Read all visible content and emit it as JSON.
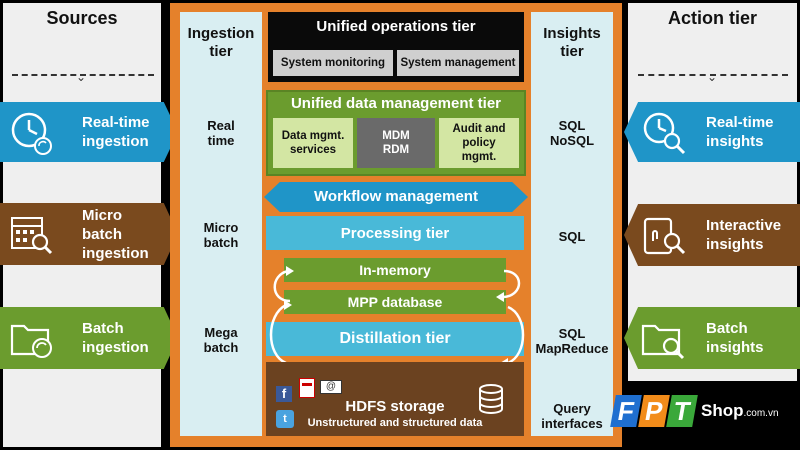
{
  "sources": {
    "title": "Sources",
    "items": [
      {
        "label_line1": "Real-time",
        "label_line2": "ingestion",
        "label_line3": "",
        "color": "#1f95c8",
        "icon": "clock-recycle-icon"
      },
      {
        "label_line1": "Micro",
        "label_line2": "batch",
        "label_line3": "ingestion",
        "color": "#7a4a1e",
        "icon": "calendar-search-icon"
      },
      {
        "label_line1": "Batch",
        "label_line2": "ingestion",
        "label_line3": "",
        "color": "#6b9c2e",
        "icon": "folder-recycle-icon"
      }
    ]
  },
  "actions": {
    "title": "Action tier",
    "items": [
      {
        "label_line1": "Real-time",
        "label_line2": "insights",
        "color": "#1f95c8",
        "icon": "clock-search-icon"
      },
      {
        "label_line1": "Interactive",
        "label_line2": "insights",
        "color": "#7a4a1e",
        "icon": "tablet-search-icon"
      },
      {
        "label_line1": "Batch",
        "label_line2": "insights",
        "color": "#6b9c2e",
        "icon": "folder-search-icon"
      }
    ]
  },
  "ingestion": {
    "title_line1": "Ingestion",
    "title_line2": "tier",
    "items": [
      {
        "line1": "Real",
        "line2": "time"
      },
      {
        "line1": "Micro",
        "line2": "batch"
      },
      {
        "line1": "Mega",
        "line2": "batch"
      }
    ]
  },
  "insights": {
    "title_line1": "Insights",
    "title_line2": "tier",
    "items": [
      {
        "line1": "SQL",
        "line2": "NoSQL"
      },
      {
        "line1": "SQL",
        "line2": ""
      },
      {
        "line1": "SQL",
        "line2": "MapReduce"
      },
      {
        "line1": "Query",
        "line2": "interfaces"
      }
    ]
  },
  "operations": {
    "title": "Unified operations tier",
    "monitoring": "System monitoring",
    "management": "System management"
  },
  "data_mgmt": {
    "title": "Unified data management tier",
    "services": {
      "line1": "Data mgmt.",
      "line2": "services"
    },
    "mdm": {
      "line1": "MDM",
      "line2": "RDM"
    },
    "audit": {
      "line1": "Audit and",
      "line2": "policy",
      "line3": "mgmt."
    }
  },
  "workflow": "Workflow management",
  "processing": "Processing tier",
  "in_memory": "In-memory",
  "mpp": "MPP database",
  "distillation": "Distillation tier",
  "hdfs": {
    "title": "HDFS storage",
    "subtitle": "Unstructured and structured data"
  },
  "brand": {
    "f": "F",
    "p": "P",
    "t": "T",
    "shop": "Shop",
    "domain": ".com.vn"
  }
}
